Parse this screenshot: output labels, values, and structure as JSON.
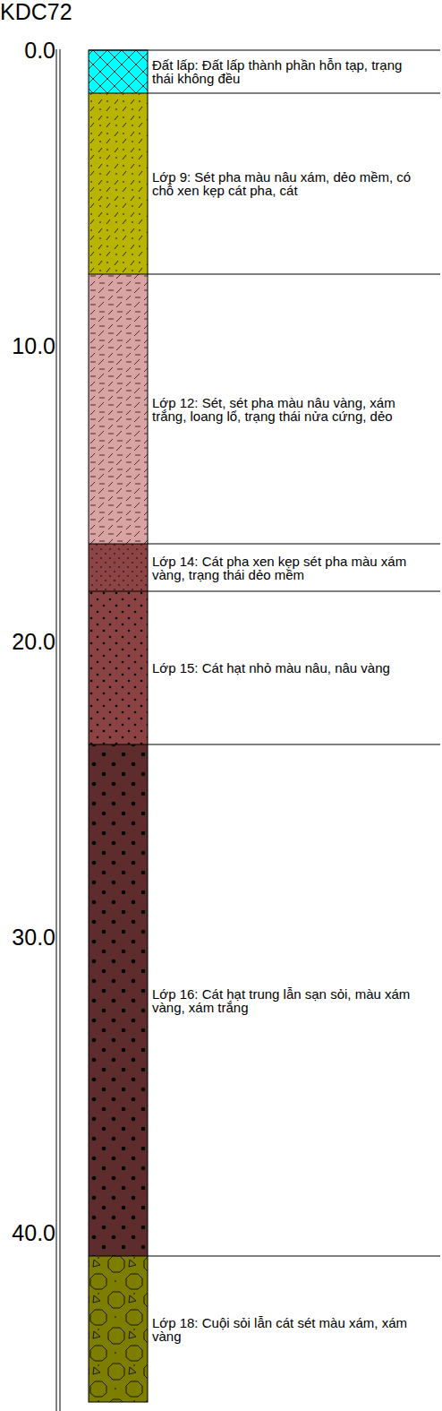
{
  "diagram": {
    "title": "KDC72",
    "nodes": [
      {
        "text": [
          "Đất lấp: Đất lấp thành phần hỗn tạp, trạng thái không đều"
        ]
      },
      {
        "text": [
          "Lớp 9: Sét pha màu nâu xám, dẻo mềm, có chỗ xen kẹp cát pha, cát"
        ]
      },
      {
        "text": [
          "Lớp 12: Sét, sét pha màu nâu vàng, xám trắng, loang lổ, trạng thái nửa cứng, dẻo"
        ]
      },
      {
        "text": [
          "Lớp 14: Cát pha xen kẹp sét pha màu xám vàng, trạng thái dẻo mềm"
        ]
      },
      {
        "text": [
          "Lớp 15: Cát hạt nhỏ màu nâu, nâu vàng"
        ]
      },
      {
        "text": [
          "Lớp 16: Cát hạt trung lẫn sạn sỏi, màu xám vàng, xám trắng"
        ]
      },
      {
        "text": [
          "Lớp 18: Cuội sỏi lẫn cát sét màu xám, xám vàng"
        ]
      }
    ],
    "labels": [
      "0.0",
      "10.0",
      "20.0",
      "30.0",
      "40.0"
    ]
  }
}
